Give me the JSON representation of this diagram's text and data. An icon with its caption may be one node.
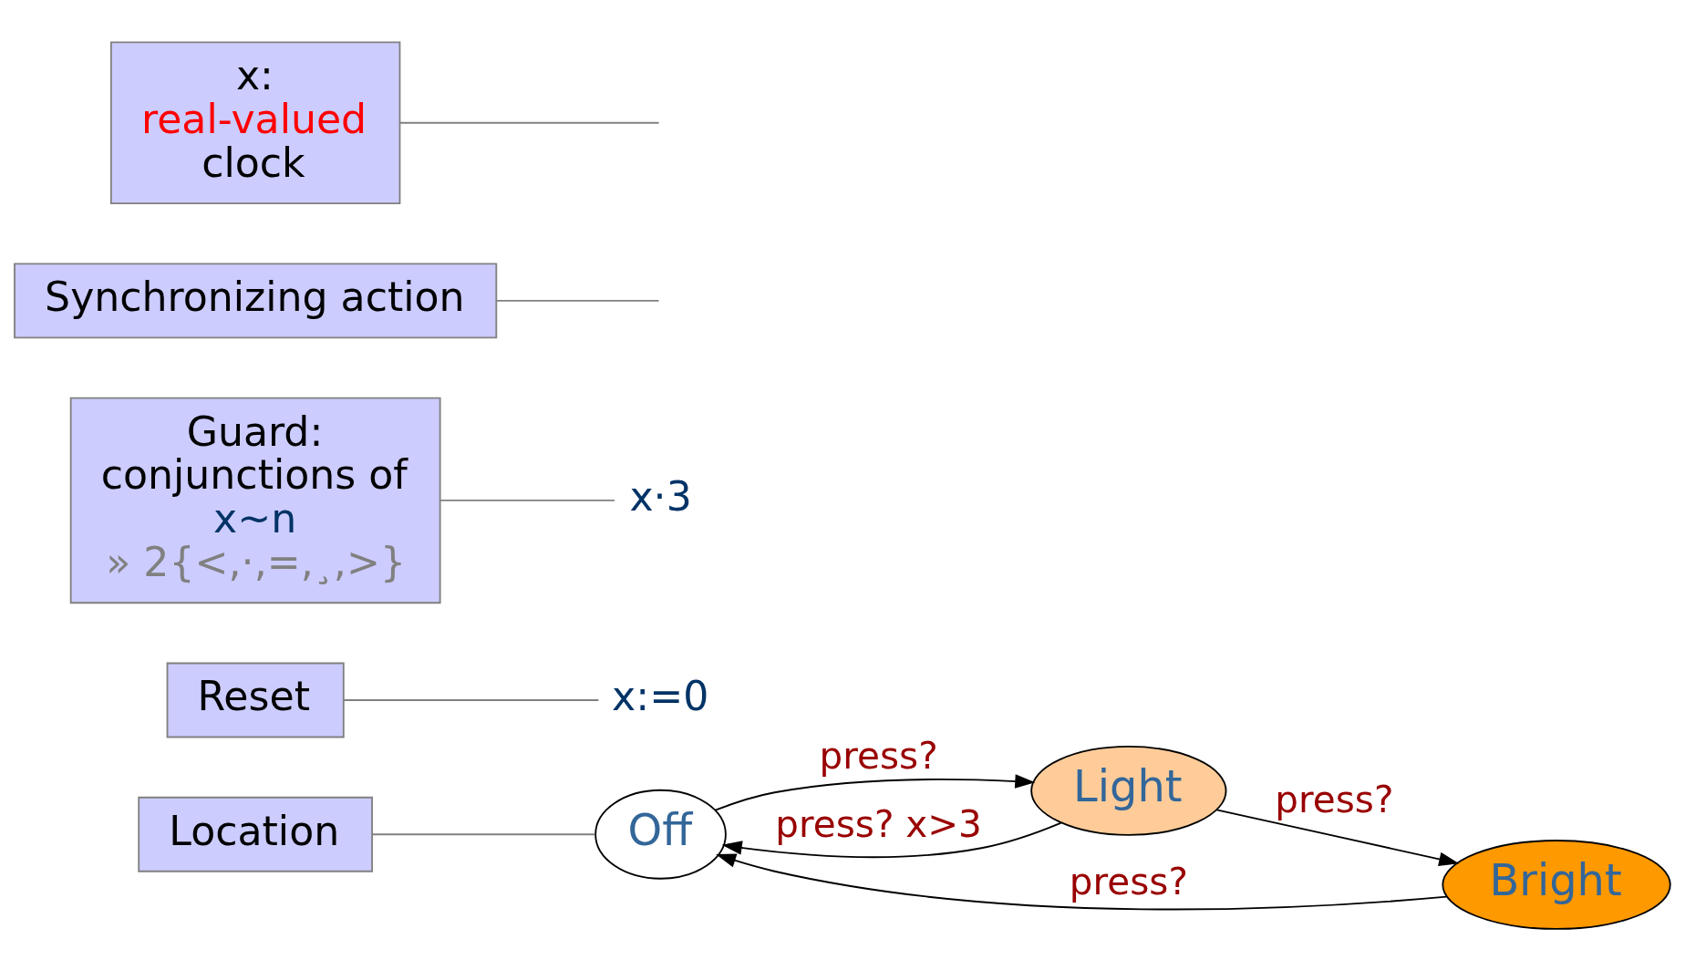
{
  "diagram": {
    "nodes": [
      {
        "text": [
          "Off"
        ]
      },
      {
        "text": [
          "Light"
        ]
      },
      {
        "text": [
          "Bright"
        ]
      },
      {
        "text": [
          "x:=0"
        ]
      },
      {
        "text": [
          "x·3"
        ]
      },
      {
        "text": [
          "Reset"
        ]
      },
      {
        "text": [
          "Synchronizing action"
        ]
      },
      {
        "text": [
          "Location"
        ]
      },
      {
        "text": [
          "x:",
          "real-valued",
          "clock"
        ]
      },
      {
        "text": [
          "Guard:",
          "conjunctions of",
          "x~n",
          "» 2{<,·,=,¸,>}"
        ]
      }
    ],
    "edges": [
      {
        "from": 0,
        "to": 1,
        "label": "press?",
        "arrow": "to",
        "color": "#000000"
      },
      {
        "from": 1,
        "to": 2,
        "label": "press?",
        "arrow": "to",
        "color": "#000000"
      },
      {
        "from": 2,
        "to": 0,
        "label": "press?",
        "arrow": "to",
        "color": "#000000"
      },
      {
        "from": 1,
        "to": 0,
        "label": "press? x>3",
        "arrow": "to",
        "color": "#000000"
      },
      {
        "from": 5,
        "to": 3,
        "arrow": "none",
        "color": "#808080"
      },
      {
        "from": 6,
        "to": null,
        "arrow": "none",
        "color": "#808080"
      },
      {
        "from": 9,
        "to": 4,
        "arrow": "none",
        "color": "#808080"
      },
      {
        "from": 7,
        "to": 0,
        "arrow": "none",
        "color": "#808080"
      },
      {
        "from": 8,
        "to": null,
        "arrow": "none",
        "color": "#808080"
      }
    ]
  }
}
